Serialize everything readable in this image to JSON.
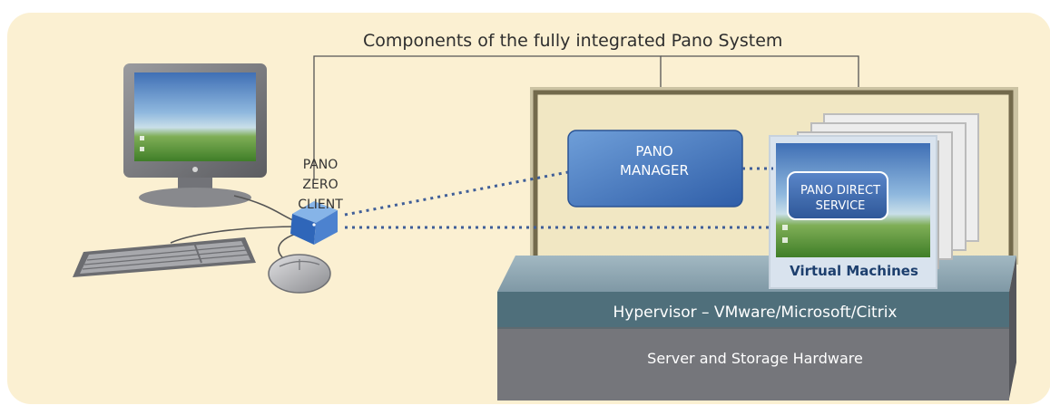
{
  "title": "Components of the fully integrated Pano System",
  "client": {
    "line1": "PANO",
    "line2": "ZERO CLIENT"
  },
  "manager": {
    "line1": "PANO",
    "line2": "MANAGER"
  },
  "direct_service": {
    "line1": "PANO DIRECT",
    "line2": "SERVICE"
  },
  "virtual_machines": "Virtual Machines",
  "hypervisor": "Hypervisor – VMware/Microsoft/Citrix",
  "server": "Server and Storage Hardware",
  "colors": {
    "background": "#fbf0d2",
    "panel": "#f1e7c3",
    "panel_border": "#736a4c",
    "manager_blue": "#3f72bd",
    "hypervisor_teal": "#4f6f7b",
    "server_gray": "#75767b",
    "connector_dots": "#3f5e98"
  }
}
